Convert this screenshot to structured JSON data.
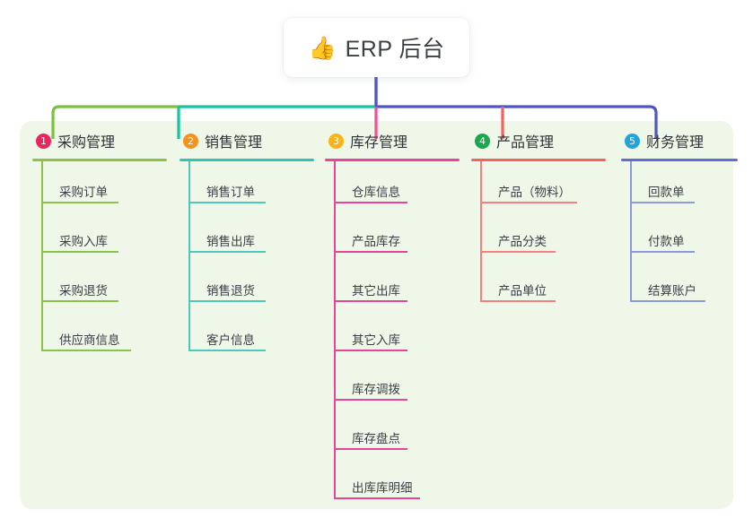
{
  "root": {
    "icon": "thumbs-up-icon",
    "emoji": "👍",
    "title": "ERP 后台"
  },
  "panel": {
    "background": "#eff7e9"
  },
  "connector": {
    "segment_colors": [
      "#7ac143",
      "#13c4a5",
      "#4f55c4"
    ],
    "drop_colors": [
      "#7ac143",
      "#13c4a5",
      "#ef4f96",
      "#f4615f",
      "#4f55c4"
    ],
    "stem_color": "#4f55c4"
  },
  "columns": [
    {
      "number": "1",
      "title": "采购管理",
      "badge_color": "#e8255f",
      "rule_color": "#8bc34a",
      "line_color": "#8bc34a",
      "width": 150,
      "items": [
        {
          "label": "采购订单",
          "rule_width": 86
        },
        {
          "label": "采购入库",
          "rule_width": 86
        },
        {
          "label": "采购退货",
          "rule_width": 86
        },
        {
          "label": "供应商信息",
          "rule_width": 100
        }
      ]
    },
    {
      "number": "2",
      "title": "销售管理",
      "badge_color": "#f7921e",
      "rule_color": "#2ec4b6",
      "line_color": "#4fc7bd",
      "width": 150,
      "items": [
        {
          "label": "销售订单",
          "rule_width": 86
        },
        {
          "label": "销售出库",
          "rule_width": 86
        },
        {
          "label": "销售退货",
          "rule_width": 86
        },
        {
          "label": "客户信息",
          "rule_width": 86
        }
      ]
    },
    {
      "number": "3",
      "title": "库存管理",
      "badge_color": "#fbb315",
      "rule_color": "#e8449a",
      "line_color": "#e8449a",
      "width": 150,
      "items": [
        {
          "label": "仓库信息",
          "rule_width": 82
        },
        {
          "label": "产品库存",
          "rule_width": 82
        },
        {
          "label": "其它出库",
          "rule_width": 82
        },
        {
          "label": "其它入库",
          "rule_width": 82
        },
        {
          "label": "库存调拨",
          "rule_width": 82
        },
        {
          "label": "库存盘点",
          "rule_width": 82
        },
        {
          "label": "出库库明细",
          "rule_width": 96
        }
      ]
    },
    {
      "number": "4",
      "title": "产品管理",
      "badge_color": "#16a94e",
      "rule_color": "#f4615f",
      "line_color": "#f4817f",
      "width": 150,
      "items": [
        {
          "label": "产品（物料）",
          "rule_width": 108
        },
        {
          "label": "产品分类",
          "rule_width": 84
        },
        {
          "label": "产品单位",
          "rule_width": 84
        }
      ]
    },
    {
      "number": "5",
      "title": "财务管理",
      "badge_color": "#23a3dd",
      "rule_color": "#5b6fd0",
      "line_color": "#8a9ade",
      "width": 130,
      "items": [
        {
          "label": "回款单",
          "rule_width": 72
        },
        {
          "label": "付款单",
          "rule_width": 72
        },
        {
          "label": "结算账户",
          "rule_width": 84
        }
      ]
    }
  ]
}
